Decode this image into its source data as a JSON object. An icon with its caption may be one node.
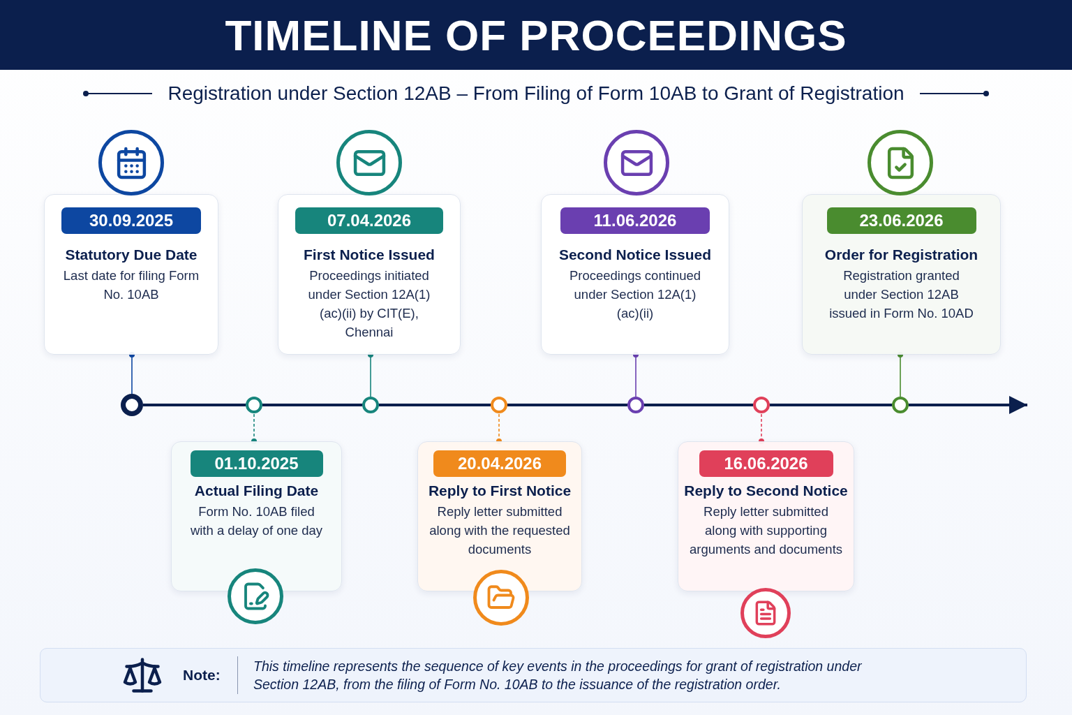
{
  "diagram": {
    "title": "TIMELINE OF PROCEEDINGS",
    "nodes": [
      {
        "text": [
          "30.09.2025",
          "Statutory Due Date",
          "Last date for filing Form No. 10AB"
        ]
      },
      {
        "text": [
          "01.10.2025",
          "Actual Filing Date",
          "Form No. 10AB filed with a delay of one day"
        ]
      },
      {
        "text": [
          "07.04.2026",
          "First Notice Issued",
          "Proceedings initiated under Section 12A(1)(ac)(ii) by CIT(E), Chennai"
        ]
      },
      {
        "text": [
          "20.04.2026",
          "Reply to First Notice",
          "Reply letter submitted along with the requested documents"
        ]
      },
      {
        "text": [
          "11.06.2026",
          "Second Notice Issued",
          "Proceedings continued under Section 12A(1)(ac)(ii)"
        ]
      },
      {
        "text": [
          "16.06.2026",
          "Reply to Second Notice",
          "Reply letter submitted along with supporting arguments and documents"
        ]
      },
      {
        "text": [
          "23.06.2026",
          "Order for Registration",
          "Registration granted under Section 12AB issued in Form No. 10AD"
        ]
      },
      {
        "text": [],
        "shape": "circle"
      },
      {
        "text": [],
        "shape": "circle"
      },
      {
        "text": [],
        "shape": "circle"
      },
      {
        "text": [],
        "shape": "circle"
      },
      {
        "text": [],
        "shape": "circle"
      },
      {
        "text": [],
        "shape": "circle"
      },
      {
        "text": [],
        "shape": "circle"
      },
      {
        "text": [
          "Note:",
          "This timeline represents the sequence of key events in the proceedings for grant of registration under Section 12AB, from the filing of Form No. 10AB to the issuance of the registration order."
        ]
      }
    ],
    "edges": [
      {
        "from": 0,
        "to": 7,
        "arrow": "other",
        "color": "#0d47a1"
      },
      {
        "from": 1,
        "to": 8,
        "arrow": "other",
        "style": "dashed",
        "color": "#17857c"
      },
      {
        "from": 2,
        "to": 9,
        "arrow": "other",
        "color": "#17857c"
      },
      {
        "from": 3,
        "to": 10,
        "arrow": "other",
        "style": "dashed",
        "color": "#f08a1c"
      },
      {
        "from": 4,
        "to": 11,
        "arrow": "other",
        "color": "#6a3fb0"
      },
      {
        "from": 5,
        "to": 12,
        "arrow": "other",
        "style": "dashed",
        "color": "#e0405a"
      },
      {
        "from": 6,
        "to": 13,
        "arrow": "other",
        "color": "#4a8c2f"
      },
      {
        "from": 7,
        "to": 8,
        "arrow": "none",
        "style": "thick"
      },
      {
        "from": 8,
        "to": 9,
        "arrow": "none",
        "style": "thick"
      },
      {
        "from": 9,
        "to": 10,
        "arrow": "none",
        "style": "thick"
      },
      {
        "from": 10,
        "to": 11,
        "arrow": "none",
        "style": "thick"
      },
      {
        "from": 11,
        "to": 12,
        "arrow": "none",
        "style": "thick"
      },
      {
        "from": 12,
        "to": 13,
        "arrow": "none",
        "style": "thick"
      },
      {
        "from": 13,
        "to": null,
        "arrow": "to",
        "style": "thick"
      }
    ],
    "labels": [
      "Registration under Section 12AB – From Filing of Form 10AB to Grant of Registration"
    ]
  }
}
